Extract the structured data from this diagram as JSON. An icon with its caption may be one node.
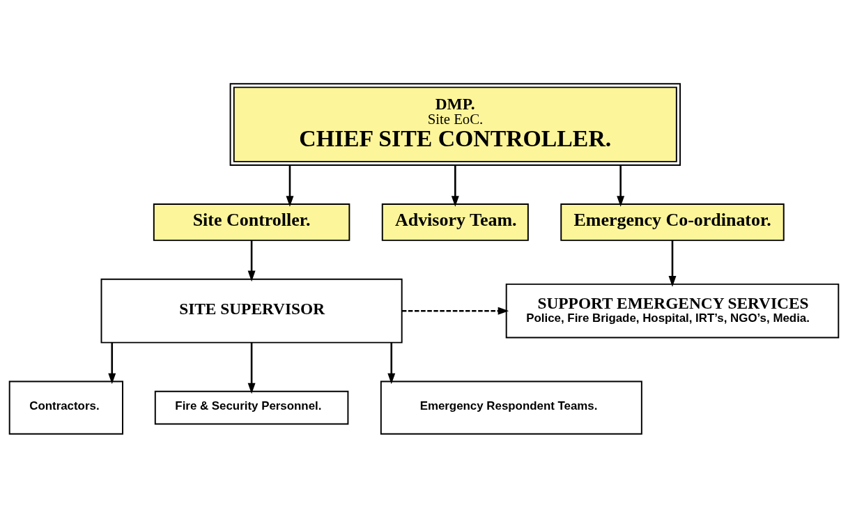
{
  "diagram": {
    "nodes": [
      {
        "text": [
          "DMP.",
          "Site EoC.",
          "CHIEF SITE CONTROLLER."
        ]
      },
      {
        "text": [
          "Site Controller."
        ]
      },
      {
        "text": [
          "Advisory Team."
        ]
      },
      {
        "text": [
          "Emergency Co-ordinator."
        ]
      },
      {
        "text": [
          "SITE SUPERVISOR"
        ]
      },
      {
        "text": [
          "SUPPORT EMERGENCY SERVICES",
          "Police, Fire Brigade, Hospital, IRT’s, NGO’s, Media."
        ]
      },
      {
        "text": [
          "Contractors."
        ]
      },
      {
        "text": [
          "Fire & Security Personnel."
        ]
      },
      {
        "text": [
          "Emergency Respondent Teams."
        ]
      }
    ],
    "edges": [
      {
        "from": 0,
        "to": 1,
        "arrow": "to"
      },
      {
        "from": 0,
        "to": 2,
        "arrow": "to"
      },
      {
        "from": 0,
        "to": 3,
        "arrow": "to"
      },
      {
        "from": 1,
        "to": 4,
        "arrow": "to"
      },
      {
        "from": 3,
        "to": 5,
        "arrow": "to"
      },
      {
        "from": 4,
        "to": 5,
        "arrow": "to",
        "style": "dashed"
      },
      {
        "from": 4,
        "to": 6,
        "arrow": "to"
      },
      {
        "from": 4,
        "to": 7,
        "arrow": "to"
      },
      {
        "from": 4,
        "to": 8,
        "arrow": "to"
      }
    ]
  }
}
